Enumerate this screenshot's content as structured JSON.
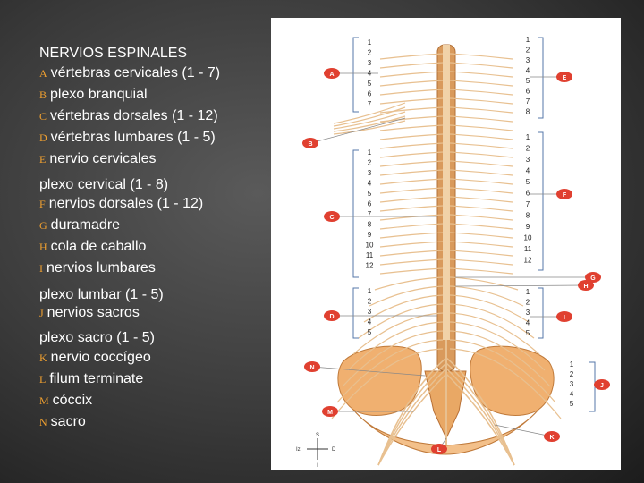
{
  "title": "NERVIOS ESPINALES",
  "legend": [
    {
      "key": "A",
      "text": "vértebras cervicales (1 - 7)"
    },
    {
      "key": "B",
      "text": "plexo branquial"
    },
    {
      "key": "C",
      "text": "vértebras dorsales (1 - 12)"
    },
    {
      "key": "D",
      "text": "vértebras lumbares (1 - 5)"
    },
    {
      "key": "E",
      "text": "nervio cervicales"
    },
    {
      "key": "",
      "text": "plexo cervical (1 - 8)"
    },
    {
      "key": "F",
      "text": "nervios dorsales (1 - 12)"
    },
    {
      "key": "G",
      "text": "duramadre"
    },
    {
      "key": "H",
      "text": "cola de caballo"
    },
    {
      "key": "I",
      "text": "nervios lumbares"
    },
    {
      "key": "",
      "text": "plexo lumbar (1 - 5)"
    },
    {
      "key": "J",
      "text": "nervios sacros"
    },
    {
      "key": "",
      "text": "plexo sacro (1 - 5)"
    },
    {
      "key": "K",
      "text": "nervio coccígeo"
    },
    {
      "key": "L",
      "text": "filum terminate"
    },
    {
      "key": "M",
      "text": "cóccix"
    },
    {
      "key": "N",
      "text": "sacro"
    }
  ],
  "figure": {
    "left_numbers": [
      "1",
      "2",
      "3",
      "4",
      "5",
      "6",
      "7",
      "1",
      "2",
      "3",
      "4",
      "5",
      "6",
      "7",
      "8",
      "9",
      "10",
      "11",
      "12",
      "1",
      "2",
      "3",
      "4",
      "5"
    ],
    "right_numbers": [
      "1",
      "2",
      "3",
      "4",
      "5",
      "6",
      "7",
      "8",
      "1",
      "2",
      "3",
      "4",
      "5",
      "6",
      "7",
      "8",
      "9",
      "10",
      "11",
      "12",
      "1",
      "2",
      "3",
      "4",
      "5",
      "1",
      "2",
      "3",
      "4",
      "5"
    ],
    "callouts": [
      "A",
      "B",
      "C",
      "D",
      "E",
      "F",
      "G",
      "H",
      "I",
      "J",
      "K",
      "L",
      "M",
      "N"
    ],
    "compass": [
      "S",
      "D",
      "I",
      "Iz"
    ],
    "colors": {
      "bone": "#f0b070",
      "nerve": "#e8c090",
      "spine": "#c88850",
      "callout": "#e04030",
      "bracket": "#5577aa"
    }
  }
}
